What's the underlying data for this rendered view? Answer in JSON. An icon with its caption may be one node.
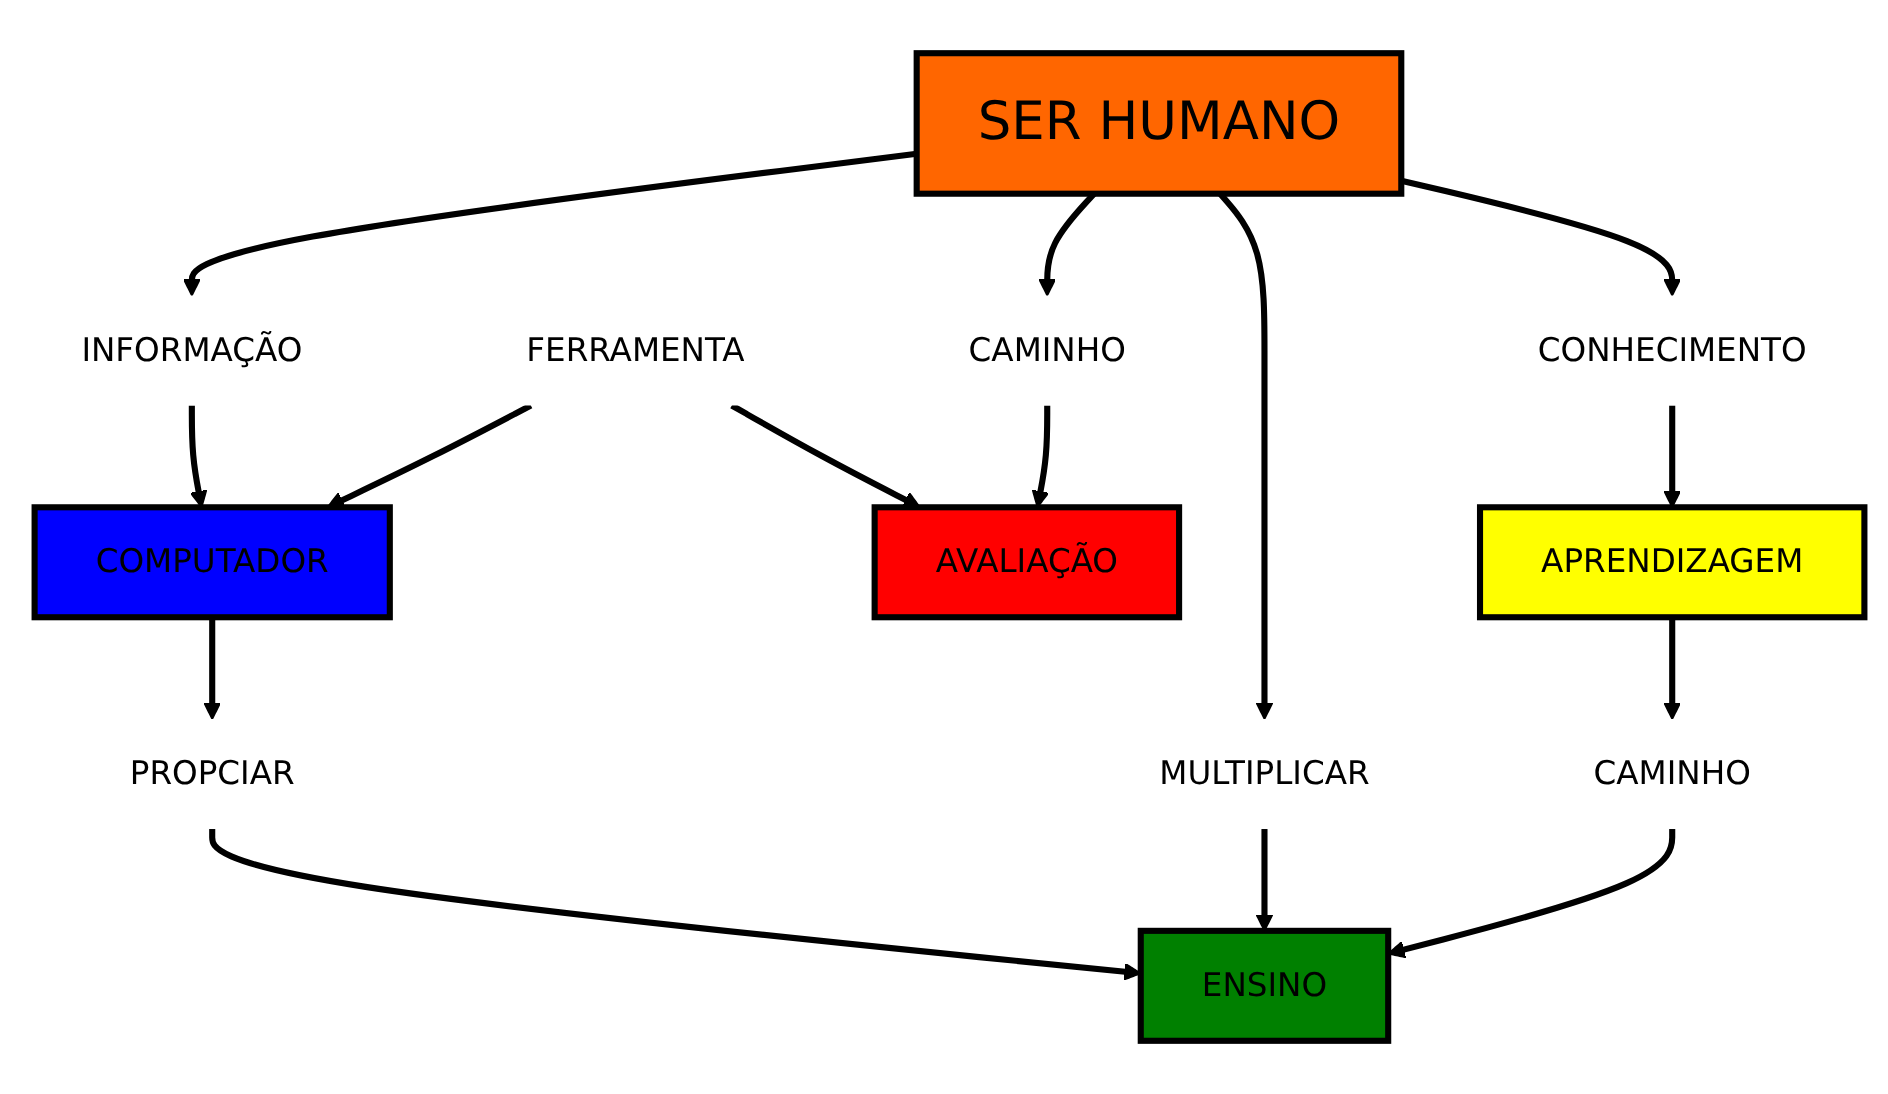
{
  "diagram": {
    "nodes": [
      {
        "text": [
          "APRENDIZAGEM"
        ]
      },
      {
        "text": [
          "CONHECIMENTO"
        ]
      },
      {
        "text": [
          "CAMINHO"
        ]
      },
      {
        "text": [
          "AVALIAÇÃO"
        ]
      },
      {
        "text": [
          "SER HUMANO"
        ]
      },
      {
        "text": [
          "CAMINHO"
        ]
      },
      {
        "text": [
          "FERRAMENTA"
        ]
      },
      {
        "text": [
          "MULTIPLICAR"
        ]
      },
      {
        "text": [
          "INFORMAÇÃO"
        ]
      },
      {
        "text": [
          "ENSINO"
        ]
      },
      {
        "text": [
          "COMPUTADOR"
        ]
      },
      {
        "text": [
          "PROPCIAR"
        ]
      }
    ],
    "edges": [
      {
        "from": 4,
        "to": 1,
        "arrow": "to"
      },
      {
        "from": 1,
        "to": 0,
        "arrow": "to"
      },
      {
        "from": 4,
        "to": 2,
        "arrow": "to"
      },
      {
        "from": 2,
        "to": 3,
        "arrow": "to"
      },
      {
        "from": 0,
        "to": 5,
        "arrow": "to"
      },
      {
        "from": 5,
        "to": 9,
        "arrow": "to"
      },
      {
        "from": 6,
        "to": 3,
        "arrow": "to"
      },
      {
        "from": 6,
        "to": 10,
        "arrow": "to"
      },
      {
        "from": 4,
        "to": 7,
        "arrow": "to"
      },
      {
        "from": 7,
        "to": 9,
        "arrow": "to"
      },
      {
        "from": 4,
        "to": 8,
        "arrow": "to"
      },
      {
        "from": 8,
        "to": 10,
        "arrow": "to"
      },
      {
        "from": 10,
        "to": 11,
        "arrow": "to"
      },
      {
        "from": 11,
        "to": 9,
        "arrow": "to"
      }
    ]
  }
}
